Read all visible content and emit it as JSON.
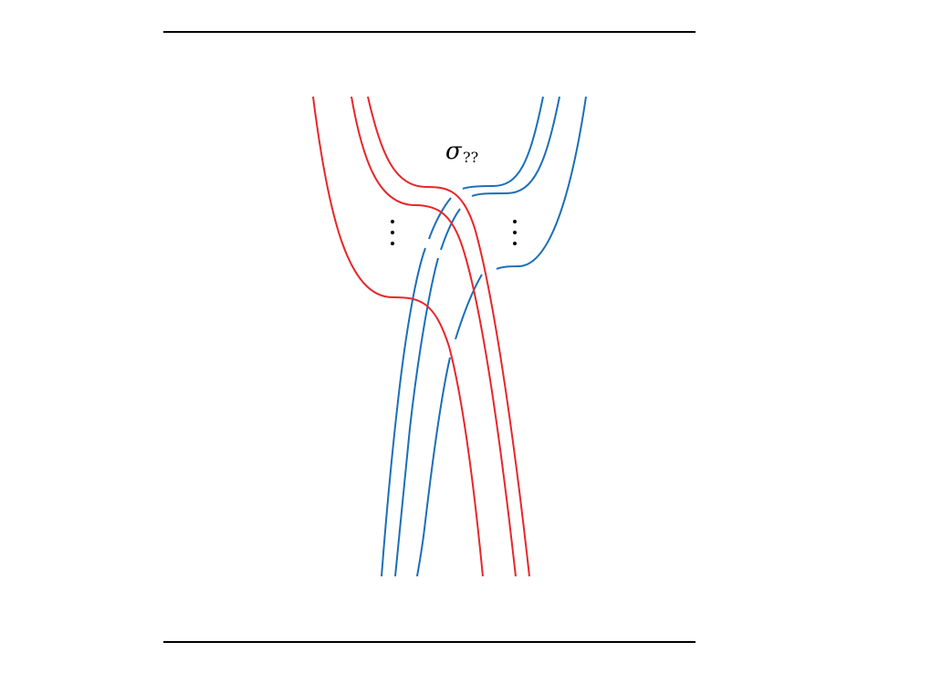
{
  "colors": {
    "red_strand": "#e8262b",
    "blue_strand": "#1b6fb8",
    "rules": "#000000",
    "background": "#ffffff"
  },
  "label": {
    "symbol": "σ",
    "subscript": "??"
  },
  "ellipsis": {
    "left": "vertical-dots",
    "right": "vertical-dots"
  }
}
